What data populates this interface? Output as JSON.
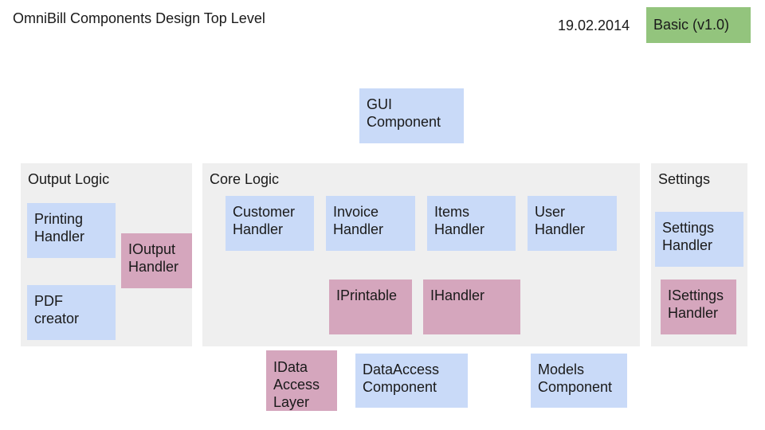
{
  "title": "OmniBill Components Design Top Level",
  "date": "19.02.2014",
  "version_badge": "Basic (v1.0)",
  "groups": {
    "output": "Output Logic",
    "core": "Core Logic",
    "settings": "Settings"
  },
  "boxes": {
    "gui": "GUI\nComponent",
    "printing_handler": "Printing\nHandler",
    "pdf_creator": "PDF\ncreator",
    "ioutput_handler": "IOutput\nHandler",
    "customer_handler": "Customer\nHandler",
    "invoice_handler": "Invoice\nHandler",
    "items_handler": "Items\nHandler",
    "user_handler": "User\nHandler",
    "iprintable": "IPrintable",
    "ihandler": "IHandler",
    "settings_handler": "Settings\nHandler",
    "isettings_handler": "ISettings\nHandler",
    "idata_access_layer": "IData\nAccess\nLayer",
    "dataaccess_component": "DataAccess\nComponent",
    "models_component": "Models\nComponent"
  },
  "colors": {
    "component": "#c9daf8",
    "interface": "#d5a6bd",
    "group": "#efefef",
    "badge": "#93c47d"
  }
}
